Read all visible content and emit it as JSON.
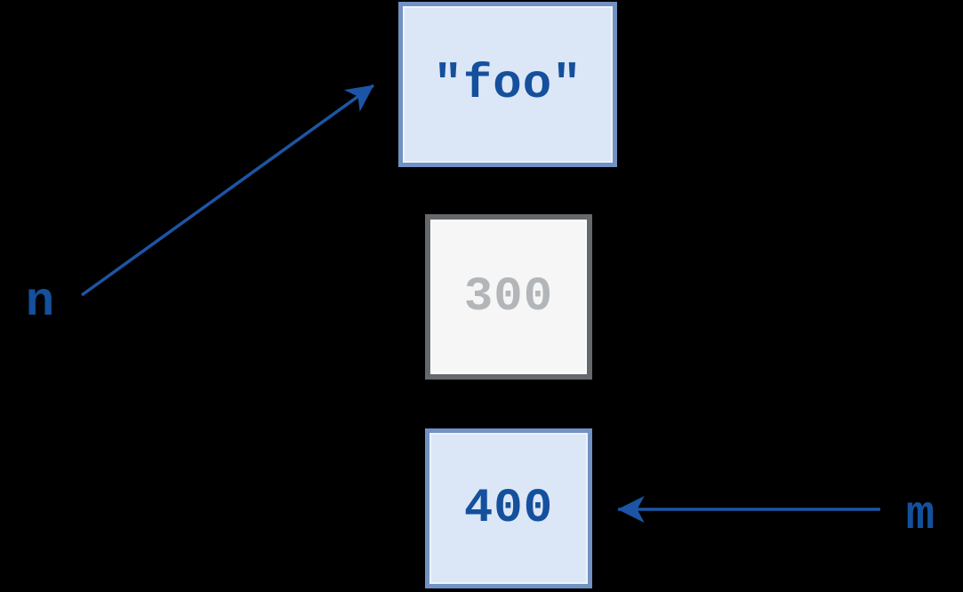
{
  "diagram": {
    "description": "Variable reference diagram: names pointing to value objects",
    "labels": {
      "n": "n",
      "m": "m"
    },
    "boxes": [
      {
        "id": "foo",
        "value": "\"foo\"",
        "state": "referenced-by-n",
        "style": "blue"
      },
      {
        "id": "300",
        "value": "300",
        "state": "unreferenced-grayed-out",
        "style": "gray"
      },
      {
        "id": "400",
        "value": "400",
        "state": "referenced-by-m",
        "style": "blue"
      }
    ],
    "arrows": [
      {
        "from": "n",
        "to": "foo",
        "direction": "up-right"
      },
      {
        "from": "m",
        "to": "400",
        "direction": "left"
      }
    ]
  },
  "colors": {
    "background": "#000000",
    "arrow": "#1c55a6",
    "label-text": "#14509c",
    "box-blue-fill": "#dbe6f7",
    "box-blue-border": "#7291c4",
    "box-blue-text": "#14509c",
    "box-gray-fill": "#f6f6f6",
    "box-gray-border": "#66696c",
    "box-gray-text": "#b3b6b9"
  }
}
